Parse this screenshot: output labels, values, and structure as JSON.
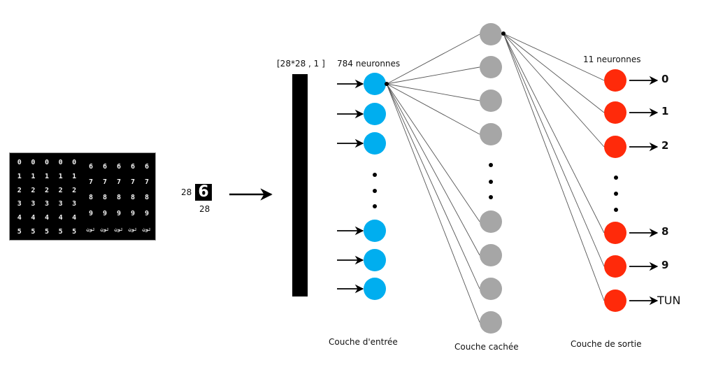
{
  "dataset": {
    "left_rows": [
      [
        "0",
        "0",
        "0",
        "0",
        "0"
      ],
      [
        "1",
        "1",
        "1",
        "1",
        "1"
      ],
      [
        "2",
        "2",
        "2",
        "2",
        "2"
      ],
      [
        "3",
        "3",
        "3",
        "3",
        "3"
      ],
      [
        "4",
        "4",
        "4",
        "4",
        "4"
      ],
      [
        "5",
        "5",
        "5",
        "5",
        "5"
      ]
    ],
    "right_rows": [
      [
        "6",
        "6",
        "6",
        "6",
        "6"
      ],
      [
        "7",
        "7",
        "7",
        "7",
        "7"
      ],
      [
        "8",
        "8",
        "8",
        "8",
        "8"
      ],
      [
        "9",
        "9",
        "9",
        "9",
        "9"
      ],
      [
        "تون",
        "تون",
        "تون",
        "تون",
        "تون"
      ]
    ]
  },
  "sample": {
    "digit": "6",
    "width_label": "28",
    "height_label": "28"
  },
  "flatten": {
    "shape_label": "[28*28 , 1 ]"
  },
  "input_layer": {
    "count_label": "784 neuronnes",
    "caption": "Couche d'entrée",
    "visible_nodes": 6,
    "color": "#00aeef"
  },
  "hidden_layer": {
    "caption": "Couche cachée",
    "visible_nodes": 8,
    "color": "#a6a6a6"
  },
  "output_layer": {
    "count_label": "11 neuronnes",
    "caption": "Couche de sortie",
    "color": "#ff2a0a",
    "outputs": [
      "0",
      "1",
      "2",
      "8",
      "9",
      "TUN"
    ]
  },
  "ellipsis_dot_color": "#000000",
  "connection_color": "#555555"
}
